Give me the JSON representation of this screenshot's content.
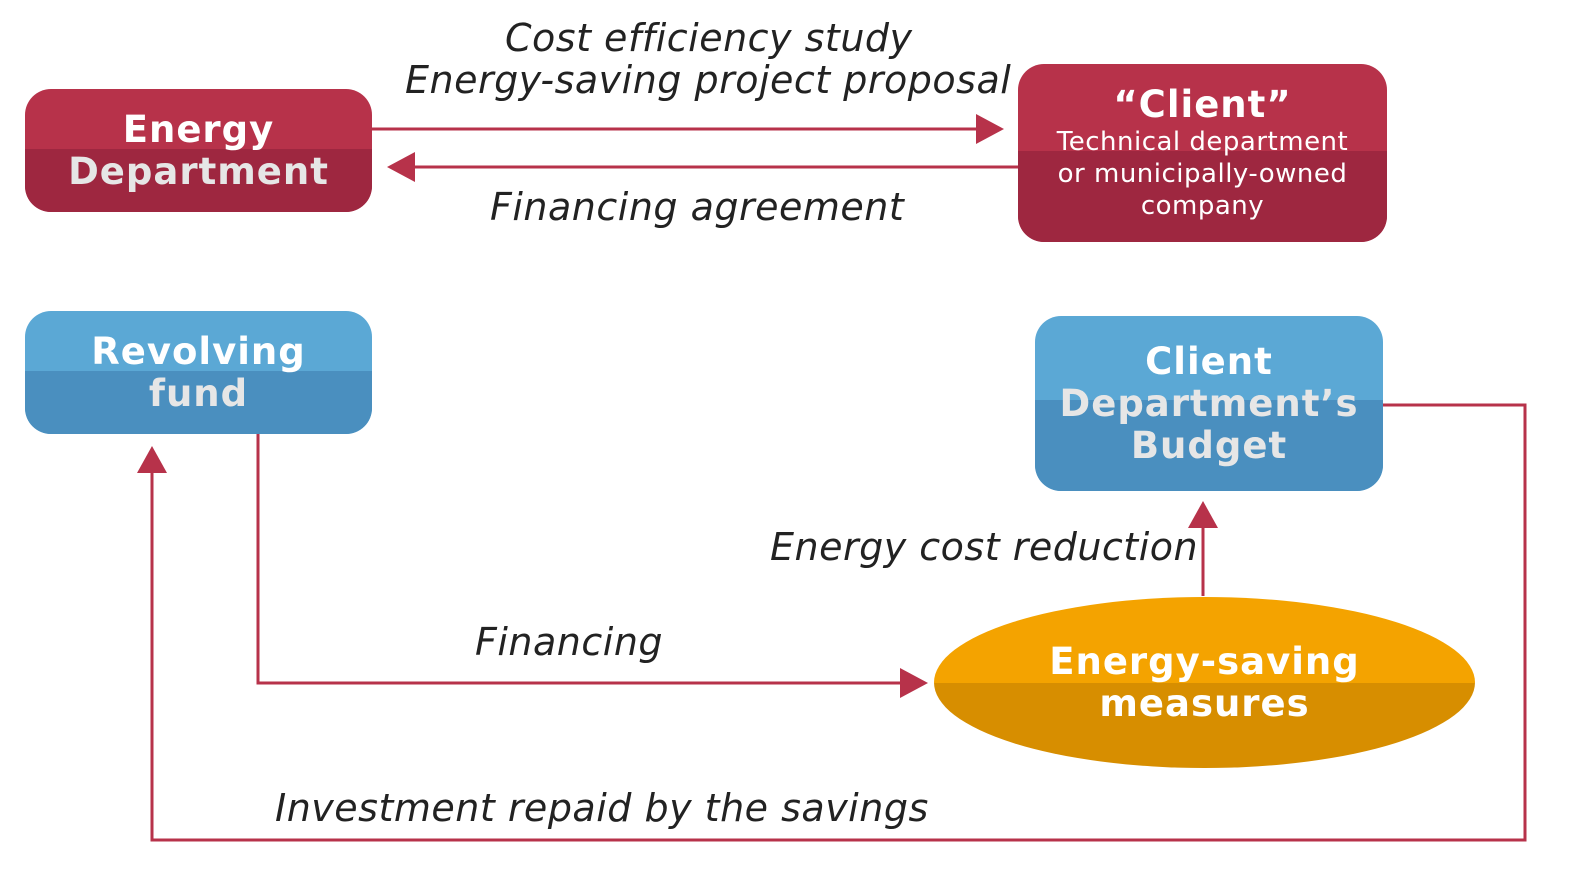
{
  "nodes": {
    "energy_department": {
      "line1": "Energy",
      "line2": "Department"
    },
    "client": {
      "title": "“Client”",
      "line1": "Technical department",
      "line2": "or municipally-owned",
      "line3": "company"
    },
    "revolving_fund": {
      "line1": "Revolving",
      "line2": "fund"
    },
    "client_budget": {
      "line1": "Client",
      "line2": "Department’s",
      "line3": "Budget"
    },
    "energy_saving": {
      "line1": "Energy-saving",
      "line2": "measures"
    }
  },
  "edges": {
    "to_client_line1": "Cost efficiency study",
    "to_client_line2": "Energy-saving project proposal",
    "to_energy_dept": "Financing  agreement",
    "financing": "Financing",
    "cost_reduction": "Energy cost reduction",
    "repaid": "Investment repaid  by the savings"
  },
  "colors": {
    "arrow": "#b7324a",
    "red_box": "#b7324a",
    "blue_box": "#5ba8d5",
    "orange_ellipse": "#f4a300"
  }
}
